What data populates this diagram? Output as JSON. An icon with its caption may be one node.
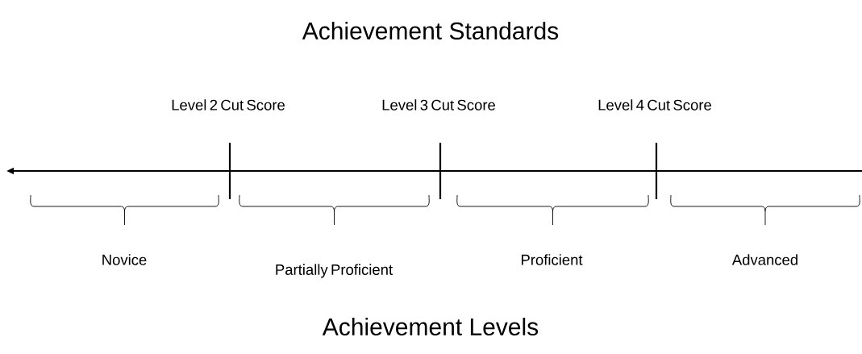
{
  "diagram": {
    "title": "Achievement Standards",
    "caption": "Achievement Levels",
    "labels": [
      "Level 2 Cut Score",
      "Level 3 Cut Score",
      "Level 4 Cut Score",
      "Novice",
      "Partially Proficient",
      "Proficient",
      "Advanced"
    ]
  }
}
